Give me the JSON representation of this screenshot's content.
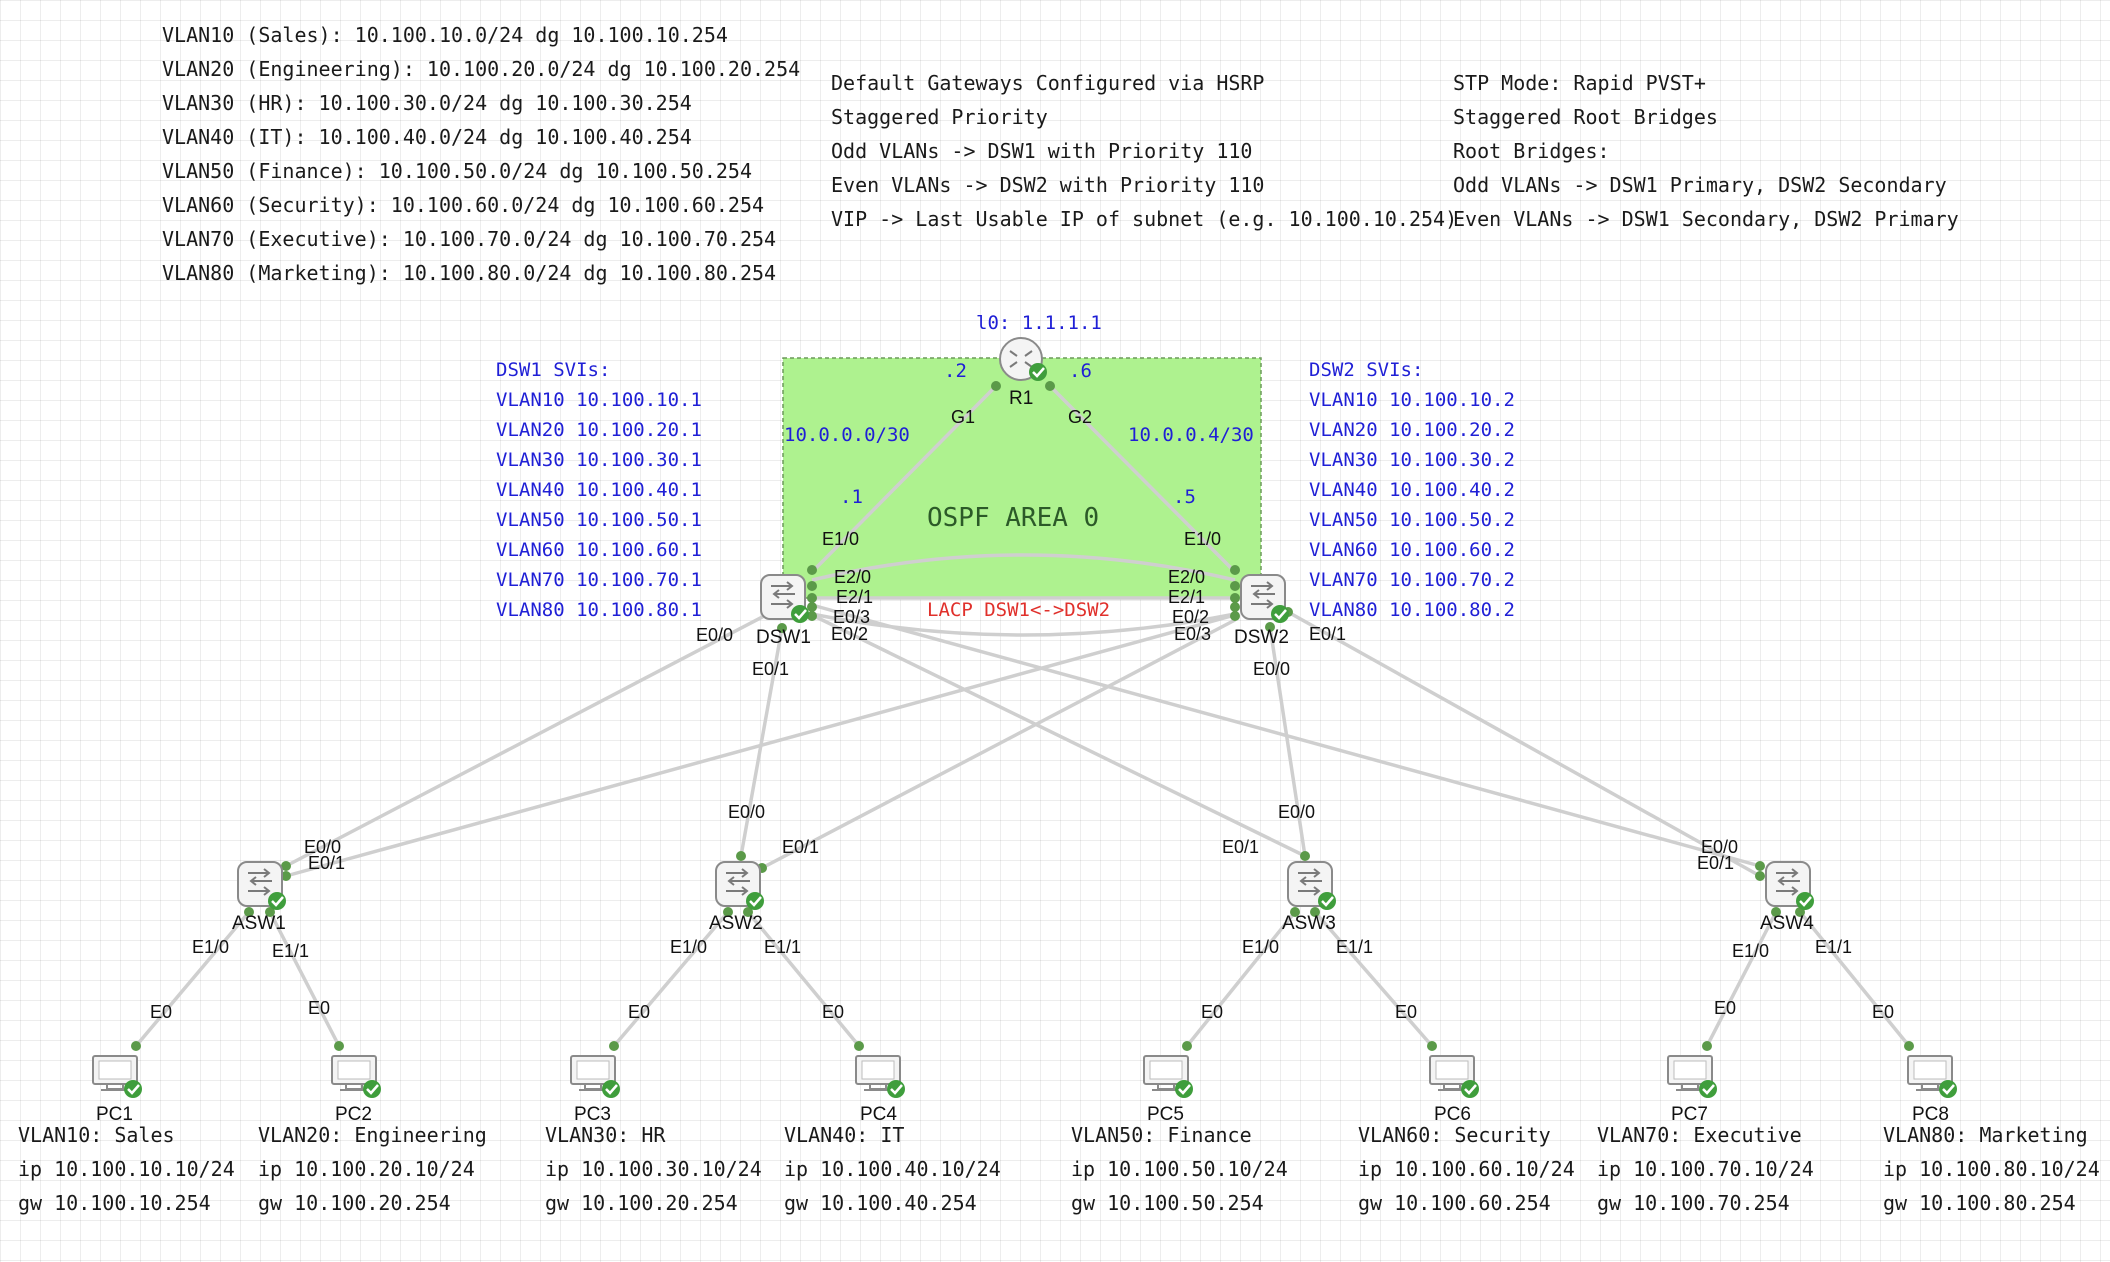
{
  "vlan_info": [
    "VLAN10 (Sales): 10.100.10.0/24 dg 10.100.10.254",
    "VLAN20 (Engineering): 10.100.20.0/24 dg 10.100.20.254",
    "VLAN30 (HR): 10.100.30.0/24 dg 10.100.30.254",
    "VLAN40 (IT): 10.100.40.0/24 dg 10.100.40.254",
    "VLAN50 (Finance): 10.100.50.0/24 dg 10.100.50.254",
    "VLAN60 (Security): 10.100.60.0/24 dg 10.100.60.254",
    "VLAN70 (Executive): 10.100.70.0/24 dg 10.100.70.254",
    "VLAN80 (Marketing): 10.100.80.0/24 dg 10.100.80.254"
  ],
  "hsrp_info": [
    "Default Gateways Configured via HSRP",
    "Staggered Priority",
    "Odd VLANs -> DSW1 with Priority 110",
    "Even VLANs -> DSW2 with Priority 110",
    "VIP -> Last Usable IP of subnet (e.g. 10.100.10.254)"
  ],
  "stp_info": [
    "STP Mode: Rapid PVST+",
    "Staggered Root Bridges",
    "Root Bridges:",
    "Odd VLANs -> DSW1 Primary, DSW2 Secondary",
    "Even VLANs -> DSW1 Secondary, DSW2 Primary"
  ],
  "dsw1_svis": {
    "title": "DSW1 SVIs:",
    "lines": [
      "VLAN10 10.100.10.1",
      "VLAN20 10.100.20.1",
      "VLAN30 10.100.30.1",
      "VLAN40 10.100.40.1",
      "VLAN50 10.100.50.1",
      "VLAN60 10.100.60.1",
      "VLAN70 10.100.70.1",
      "VLAN80 10.100.80.1"
    ]
  },
  "dsw2_svis": {
    "title": "DSW2 SVIs:",
    "lines": [
      "VLAN10 10.100.10.2",
      "VLAN20 10.100.20.2",
      "VLAN30 10.100.30.2",
      "VLAN40 10.100.40.2",
      "VLAN50 10.100.50.2",
      "VLAN60 10.100.60.2",
      "VLAN70 10.100.70.2",
      "VLAN80 10.100.80.2"
    ]
  },
  "ospf": {
    "area_label": "OSPF AREA 0",
    "loopback": "l0: 1.1.1.1",
    "subnet_left": "10.0.0.0/30",
    "subnet_right": "10.0.0.4/30",
    "host_r1_left": ".2",
    "host_r1_right": ".6",
    "host_dsw1": ".1",
    "host_dsw2": ".5"
  },
  "lacp_label": "LACP DSW1<->DSW2",
  "devices": {
    "r1": "R1",
    "dsw1": "DSW1",
    "dsw2": "DSW2",
    "asw1": "ASW1",
    "asw2": "ASW2",
    "asw3": "ASW3",
    "asw4": "ASW4",
    "pc1": "PC1",
    "pc2": "PC2",
    "pc3": "PC3",
    "pc4": "PC4",
    "pc5": "PC5",
    "pc6": "PC6",
    "pc7": "PC7",
    "pc8": "PC8"
  },
  "ports": {
    "r1_g1": "G1",
    "r1_g2": "G2",
    "dsw1_e10": "E1/0",
    "dsw1_e20": "E2/0",
    "dsw1_e21": "E2/1",
    "dsw1_e03": "E0/3",
    "dsw1_e00": "E0/0",
    "dsw1_e01": "E0/1",
    "dsw1_e02": "E0/2",
    "dsw2_e10": "E1/0",
    "dsw2_e20": "E2/0",
    "dsw2_e21": "E2/1",
    "dsw2_e02": "E0/2",
    "dsw2_e03": "E0/3",
    "dsw2_e00": "E0/0",
    "dsw2_e01": "E0/1",
    "asw1_e00": "E0/0",
    "asw1_e01": "E0/1",
    "asw1_e10": "E1/0",
    "asw1_e11": "E1/1",
    "asw2_e00": "E0/0",
    "asw2_e01": "E0/1",
    "asw2_e10": "E1/0",
    "asw2_e11": "E1/1",
    "asw3_e00": "E0/0",
    "asw3_e01": "E0/1",
    "asw3_e10": "E1/0",
    "asw3_e11": "E1/1",
    "asw4_e00": "E0/0",
    "asw4_e01": "E0/1",
    "asw4_e10": "E1/0",
    "asw4_e11": "E1/1",
    "pc1_e0": "E0",
    "pc2_e0": "E0",
    "pc3_e0": "E0",
    "pc4_e0": "E0",
    "pc5_e0": "E0",
    "pc6_e0": "E0",
    "pc7_e0": "E0",
    "pc8_e0": "E0"
  },
  "pc_info": {
    "pc1": [
      "VLAN10: Sales",
      "ip 10.100.10.10/24",
      "gw 10.100.10.254"
    ],
    "pc2": [
      "VLAN20: Engineering",
      "ip 10.100.20.10/24",
      "gw 10.100.20.254"
    ],
    "pc3": [
      "VLAN30: HR",
      "ip 10.100.30.10/24",
      "gw 10.100.20.254"
    ],
    "pc4": [
      "VLAN40: IT",
      "ip 10.100.40.10/24",
      "gw 10.100.40.254"
    ],
    "pc5": [
      "VLAN50: Finance",
      "ip 10.100.50.10/24",
      "gw 10.100.50.254"
    ],
    "pc6": [
      "VLAN60: Security",
      "ip 10.100.60.10/24",
      "gw 10.100.60.254"
    ],
    "pc7": [
      "VLAN70: Executive",
      "ip 10.100.70.10/24",
      "gw 10.100.70.254"
    ],
    "pc8": [
      "VLAN80: Marketing",
      "ip 10.100.80.10/24",
      "gw 10.100.80.254"
    ]
  },
  "colors": {
    "ospf_area": "#aef28f",
    "link": "#cfcfcf",
    "port_dot": "#5b9a49",
    "svi_text": "#1f1fd6",
    "lacp_text": "#e0302b"
  }
}
